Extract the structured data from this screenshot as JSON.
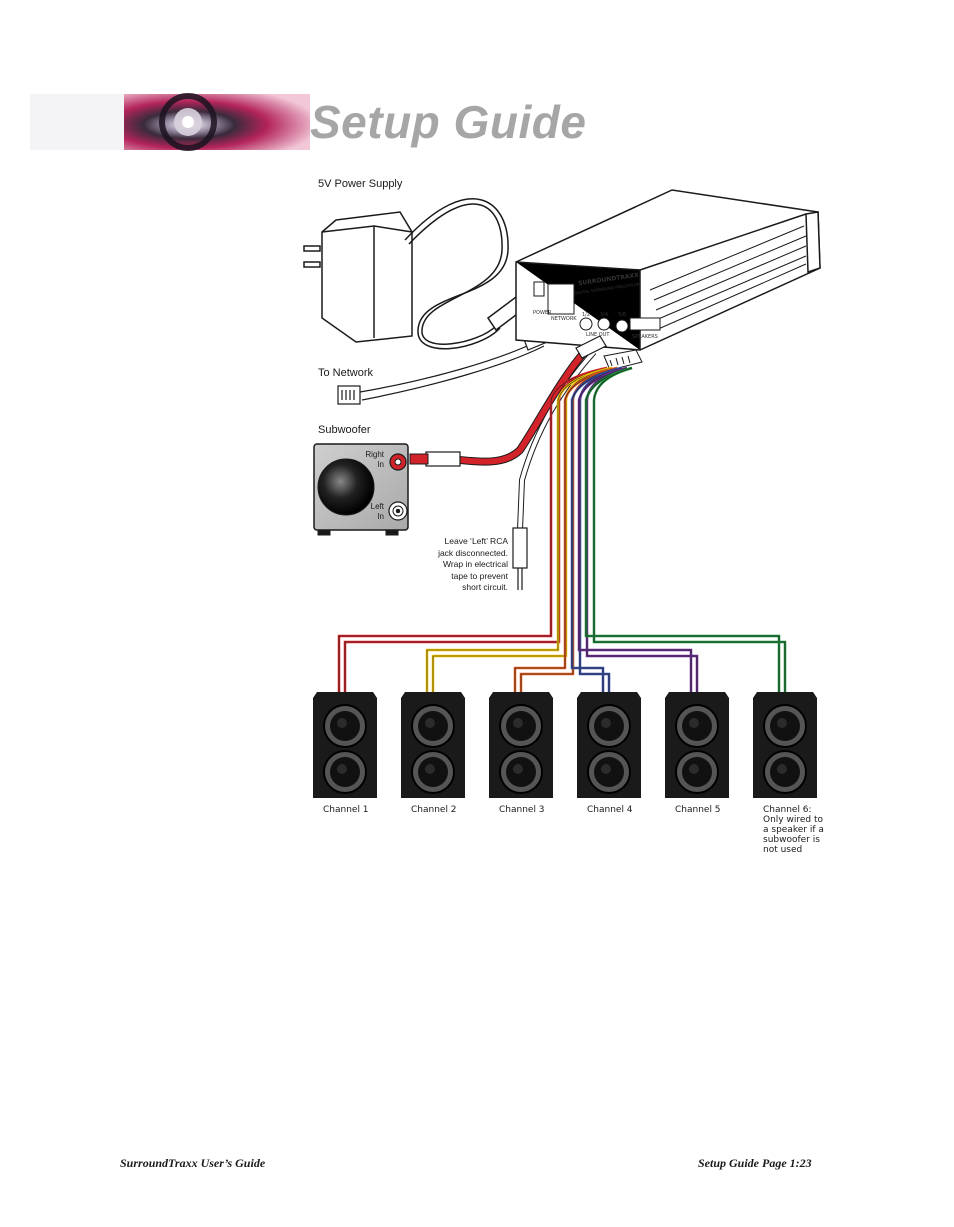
{
  "header": {
    "title": "Setup Guide"
  },
  "labels": {
    "power_supply": "5V Power Supply",
    "network": "To Network",
    "subwoofer": "Subwoofer",
    "right_in": [
      "Right",
      "In"
    ],
    "left_in": [
      "Left",
      "In"
    ],
    "note": [
      "Leave ‘Left’ RCA",
      "jack disconnected.",
      "Wrap in electrical",
      "tape to prevent",
      "short circuit."
    ]
  },
  "device": {
    "brand": "SURROUNDTRAXX",
    "subtitle": "DIGITAL SURROUND PROCESSOR",
    "port_labels": [
      "POWER",
      "NETWORK",
      "1/2",
      "3/4",
      "5/6",
      "LINE OUT",
      "SPEAKERS"
    ]
  },
  "channels": [
    {
      "label": [
        "Channel 1"
      ],
      "color": "#d2232a"
    },
    {
      "label": [
        "Channel 2"
      ],
      "color": "#f2c500"
    },
    {
      "label": [
        "Channel 3"
      ],
      "color": "#e15a1c"
    },
    {
      "label": [
        "Channel 4"
      ],
      "color": "#3a4ea3"
    },
    {
      "label": [
        "Channel 5"
      ],
      "color": "#6a2e91"
    },
    {
      "label": [
        "Channel 6:",
        "Only wired to",
        "a speaker if a",
        "subwoofer is",
        "not used"
      ],
      "color": "#1e8a3a"
    }
  ],
  "footer": {
    "left": "SurroundTraxx User’s Guide",
    "right": "Setup Guide Page 1:23"
  }
}
